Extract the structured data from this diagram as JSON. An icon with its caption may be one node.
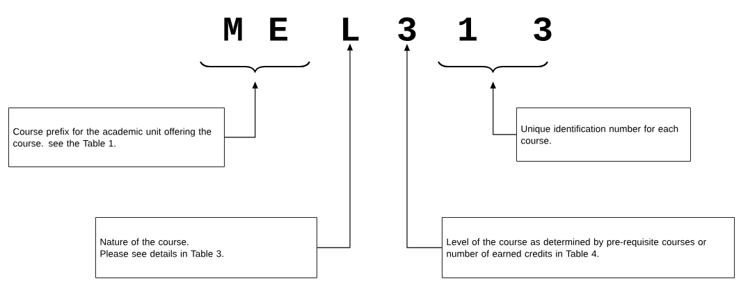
{
  "diagram": {
    "nodes": [
      {
        "text": [
          "M"
        ]
      },
      {
        "text": [
          "E"
        ]
      },
      {
        "text": [
          "L"
        ]
      },
      {
        "text": [
          "3"
        ]
      },
      {
        "text": [
          "1"
        ]
      },
      {
        "text": [
          "3"
        ]
      },
      {
        "text": [],
        "shape": "brace"
      },
      {
        "text": [],
        "shape": "brace"
      },
      {
        "text": [
          "Course prefix for the academic unit offering the course. see the Table 1."
        ]
      },
      {
        "text": [
          "Unique identification number for each course."
        ]
      },
      {
        "text": [
          "Nature of the course.",
          "Please see details in Table 3."
        ]
      },
      {
        "text": [
          "Level of the course as determined by pre-requisite courses or number of earned credits in Table 4."
        ]
      }
    ],
    "edges": [
      {
        "from": 8,
        "to": 6,
        "arrow": "to"
      },
      {
        "from": 9,
        "to": 7,
        "arrow": "to"
      },
      {
        "from": 10,
        "to": 2,
        "arrow": "to"
      },
      {
        "from": 11,
        "to": 3,
        "arrow": "to"
      }
    ]
  }
}
